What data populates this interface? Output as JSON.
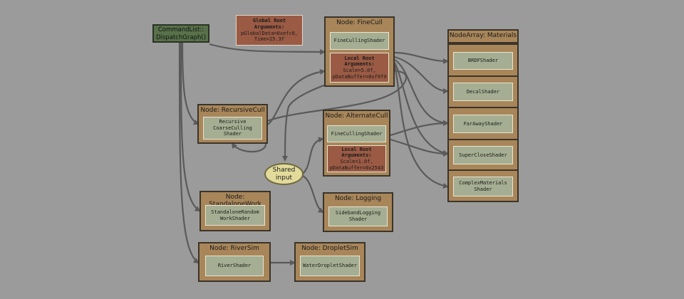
{
  "command_list": {
    "line1": "CommandList::",
    "line2": "DispatchGraph()"
  },
  "global_args": {
    "title": "Global Root Arguments:",
    "line1": "pGlobalData=0xefc0,",
    "line2": "Time=25.3f"
  },
  "nodes": {
    "fine_cull": {
      "title": "Node: FineCull",
      "shader": "FineCullingShader",
      "args_title": "Local Root Arguments:",
      "args_line1": "Scale=5.0f,",
      "args_line2": "pDataBuffer=0xf9f9"
    },
    "recursive_cull": {
      "title": "Node: RecursiveCull",
      "shader": "Recursive\nCoarseCulling\nShader"
    },
    "alternate_cull": {
      "title": "Node: AlternateCull",
      "shader": "FineCullingShader",
      "args_title": "Local Root Arguments:",
      "args_line1": "Scale=1.0f,",
      "args_line2": "pDataBuffer=0x2543"
    },
    "logging": {
      "title": "Node: Logging",
      "shader": "SidebandLogging\nShader"
    },
    "standalone_work": {
      "title": "Node: StandaloneWork",
      "shader": "StandaloneRandom\nWorkShader"
    },
    "river_sim": {
      "title": "Node: RiverSim",
      "shader": "RiverShader"
    },
    "droplet_sim": {
      "title": "Node: DropletSim",
      "shader": "WaterDropletShader"
    }
  },
  "shared_input": {
    "line1": "Shared",
    "line2": "input"
  },
  "materials": {
    "title": "NodeArray: Materials",
    "shaders": [
      "BRDFShader",
      "DecalShader",
      "FarAwayShader",
      "SuperCloseShader",
      "ComplexMaterials\nShader"
    ]
  },
  "colors": {
    "background": "#9b9b9b",
    "node": "#a8865a",
    "shader_box": "#a5ae92",
    "args_box": "#9a5a44",
    "command": "#58714a",
    "shared_input": "#e2db9b",
    "wire": "#5a5a5a"
  }
}
